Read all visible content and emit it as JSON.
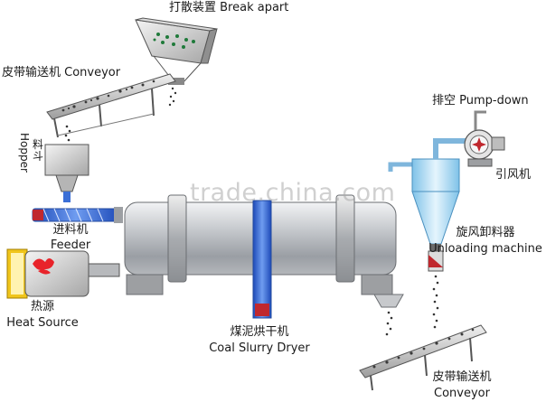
{
  "labels": {
    "break_apart": "打散装置 Break apart",
    "conveyor_top": "皮带输送机 Conveyor",
    "hopper_en": "Hopper",
    "hopper_cn": "料斗",
    "feeder_cn": "进料机",
    "feeder_en": "Feeder",
    "heat_cn": "热源",
    "heat_en": "Heat Source",
    "dryer_cn": "煤泥烘干机",
    "dryer_en": "Coal Slurry Dryer",
    "pump": "排空 Pump-down",
    "fan_cn": "引风机",
    "unload_cn": "旋风卸料器",
    "unload_en": "Unloading machine",
    "conveyor_bottom_cn": "皮带输送机",
    "conveyor_bottom_en": "Conveyor"
  },
  "watermark": "trade.china.com",
  "colors": {
    "drum": "#b9bdc2",
    "blue_accent": "#3b6fd6",
    "cyclone": "#a9d9f2",
    "flame": "#e8232a",
    "heat_frame": "#f0c51b"
  }
}
